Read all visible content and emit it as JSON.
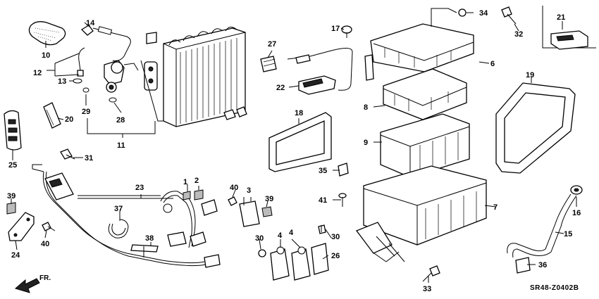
{
  "diagram": {
    "code": "SR48-Z0402B",
    "direction": "FR.",
    "callouts": [
      "1",
      "2",
      "3",
      "4",
      "4",
      "6",
      "7",
      "8",
      "9",
      "10",
      "11",
      "12",
      "13",
      "14",
      "15",
      "16",
      "17",
      "18",
      "19",
      "20",
      "21",
      "22",
      "23",
      "24",
      "25",
      "26",
      "27",
      "28",
      "29",
      "30",
      "30",
      "31",
      "32",
      "33",
      "34",
      "35",
      "36",
      "37",
      "38",
      "39",
      "39",
      "40",
      "40",
      "41"
    ]
  }
}
